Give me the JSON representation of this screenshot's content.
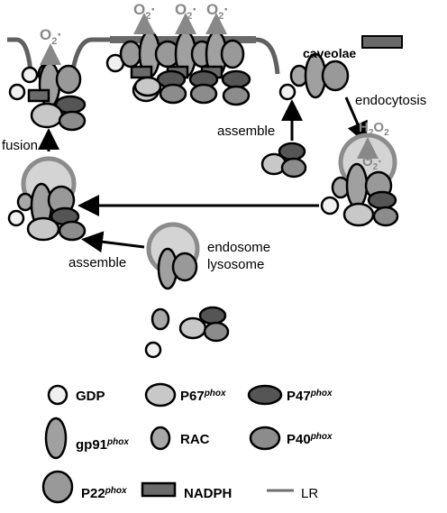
{
  "labels": {
    "o2": "O",
    "o2_sub": "2",
    "o2_dot": "·",
    "caveolae": "caveolae",
    "endocytosis": "endocytosis",
    "h2o2_h": "H",
    "h2o2_2a": "2",
    "h2o2_o": "O",
    "h2o2_2b": "2",
    "assemble": "assemble",
    "fusion": "fusion",
    "endosome": "endosome",
    "lysosome": "lysosome"
  },
  "legend": {
    "gdp": "GDP",
    "p67": "P67",
    "p47": "P47",
    "gp91": "gp91",
    "rac": "RAC",
    "p40": "P40",
    "p22": "P22",
    "nadph": "NADPH",
    "lr": "LR",
    "phox": "phox"
  },
  "colors": {
    "gdp": "#f0f0f0",
    "p67": "#c8c8c8",
    "p47": "#555555",
    "gp91": "#a0a0a0",
    "rac": "#a8a8a8",
    "p40": "#8c8c8c",
    "p22": "#999999",
    "nadph": "#6a6a6a",
    "lr": "#707070",
    "membrane": "#606060",
    "vesicle_ring": "#8c8c8c",
    "vesicle_fill": "#d4d4d4",
    "arrow": "#000000",
    "o2_arrow": "#888888"
  }
}
